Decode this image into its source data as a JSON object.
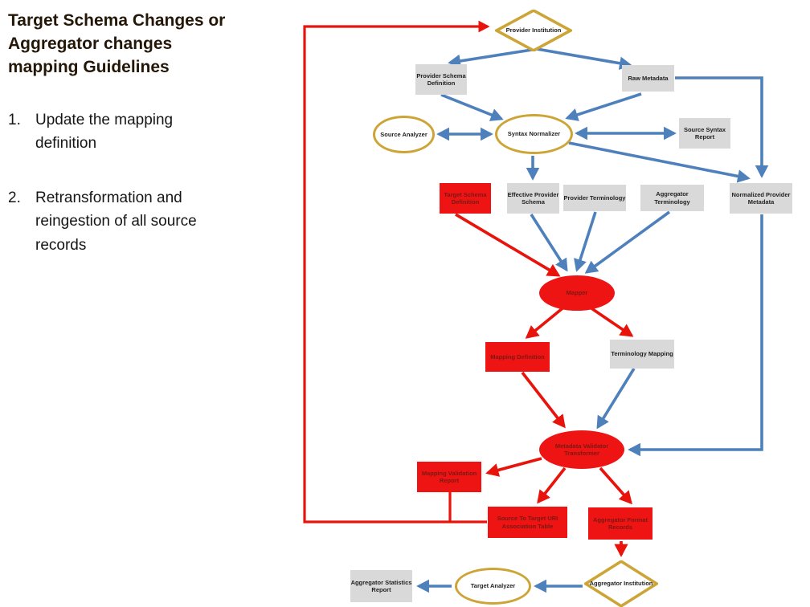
{
  "panel": {
    "title": "Target Schema Changes or Aggregator changes mapping Guidelines",
    "items": [
      {
        "number": "1.",
        "text": "Update the mapping definition"
      },
      {
        "number": "2.",
        "text": "Retransformation and reingestion of all source records"
      }
    ]
  },
  "diagram": {
    "nodes": {
      "provider_institution": {
        "label": "Provider Institution",
        "shape": "diamond",
        "variant": "gold"
      },
      "provider_schema_definition": {
        "label": "Provider Schema Definition",
        "shape": "rect",
        "variant": "gray"
      },
      "raw_metadata": {
        "label": "Raw Metadata",
        "shape": "rect",
        "variant": "gray"
      },
      "source_analyzer": {
        "label": "Source Analyzer",
        "shape": "ellipse",
        "variant": "gold"
      },
      "syntax_normalizer": {
        "label": "Syntax Normalizer",
        "shape": "ellipse",
        "variant": "gold"
      },
      "source_syntax_report": {
        "label": "Source Syntax Report",
        "shape": "rect",
        "variant": "gray"
      },
      "target_schema_definition": {
        "label": "Target Schema Definition",
        "shape": "rect",
        "variant": "red"
      },
      "effective_provider_schema": {
        "label": "Effective Provider Schema",
        "shape": "rect",
        "variant": "gray"
      },
      "provider_terminology": {
        "label": "Provider Terminology",
        "shape": "rect",
        "variant": "gray"
      },
      "aggregator_terminology": {
        "label": "Aggregator Terminology",
        "shape": "rect",
        "variant": "gray"
      },
      "normalized_provider_metadata": {
        "label": "Normalized Provider Metadata",
        "shape": "rect",
        "variant": "gray"
      },
      "mapper": {
        "label": "Mapper",
        "shape": "ellipse",
        "variant": "red"
      },
      "mapping_definition": {
        "label": "Mapping Definition",
        "shape": "rect",
        "variant": "red"
      },
      "terminology_mapping": {
        "label": "Terminology Mapping",
        "shape": "rect",
        "variant": "gray"
      },
      "metadata_validator_transformer": {
        "label": "Metadata Validator Transformer",
        "shape": "ellipse",
        "variant": "red"
      },
      "mapping_validation_report": {
        "label": "Mapping Validation Report",
        "shape": "rect",
        "variant": "red"
      },
      "source_to_target_uri_association_table": {
        "label": "Source To Target URI Association Table",
        "shape": "rect",
        "variant": "red"
      },
      "aggregator_format_records": {
        "label": "Aggregator Format Records",
        "shape": "rect",
        "variant": "red"
      },
      "aggregator_statistics_report": {
        "label": "Aggregator Statistics Report",
        "shape": "rect",
        "variant": "gray"
      },
      "target_analyzer": {
        "label": "Target Analyzer",
        "shape": "ellipse",
        "variant": "gold"
      },
      "aggregator_institution": {
        "label": "Aggregator Institution",
        "shape": "diamond",
        "variant": "gold"
      }
    },
    "colors": {
      "flow_blue": "#4e80bc",
      "flow_red": "#e8140c",
      "node_gold_border": "#cda436",
      "node_gray_fill": "#d9d9d9",
      "node_red_fill": "#ee1414",
      "red_node_text": "#7c1812"
    }
  }
}
